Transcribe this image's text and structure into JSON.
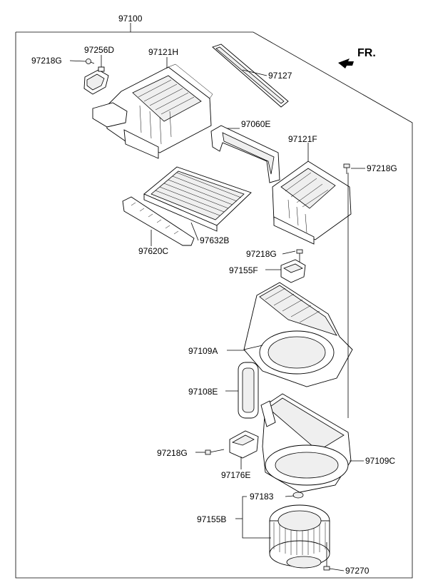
{
  "assembly": {
    "number": "97100"
  },
  "orientation": {
    "label": "FR."
  },
  "parts": [
    {
      "id": "97256D",
      "label": "97256D"
    },
    {
      "id": "97218G",
      "label": "97218G"
    },
    {
      "id": "97121H",
      "label": "97121H"
    },
    {
      "id": "97127",
      "label": "97127"
    },
    {
      "id": "97060E",
      "label": "97060E"
    },
    {
      "id": "97121F",
      "label": "97121F"
    },
    {
      "id": "97632B",
      "label": "97632B"
    },
    {
      "id": "97620C",
      "label": "97620C"
    },
    {
      "id": "97155F",
      "label": "97155F"
    },
    {
      "id": "97109A",
      "label": "97109A"
    },
    {
      "id": "97108E",
      "label": "97108E"
    },
    {
      "id": "97176E",
      "label": "97176E"
    },
    {
      "id": "97109C",
      "label": "97109C"
    },
    {
      "id": "97183",
      "label": "97183"
    },
    {
      "id": "97155B",
      "label": "97155B"
    },
    {
      "id": "97270",
      "label": "97270"
    }
  ]
}
